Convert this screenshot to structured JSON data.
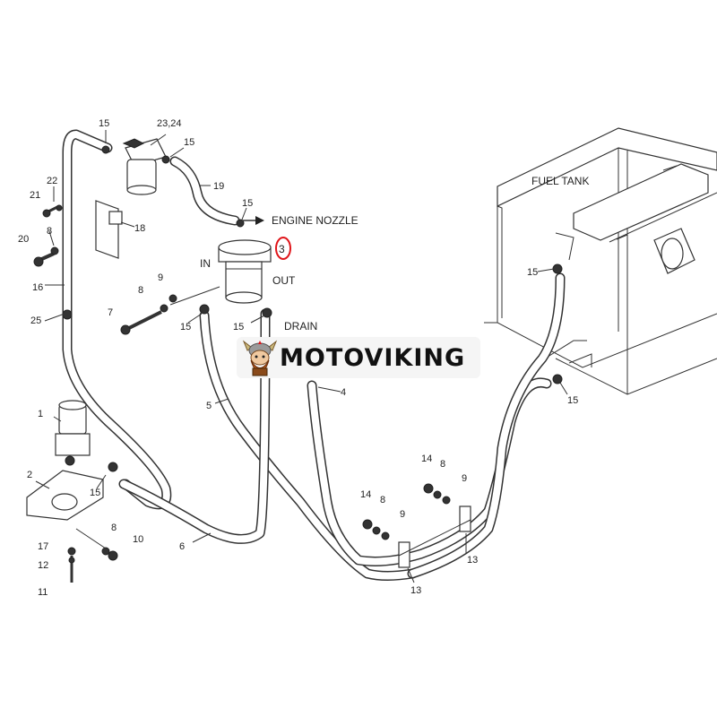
{
  "diagram": {
    "labels": {
      "fuel_tank": "FUEL TANK",
      "engine_nozzle": "ENGINE NOZZLE",
      "in": "IN",
      "out": "OUT",
      "drain": "DRAIN"
    },
    "highlighted_part": "3",
    "highlight_color": "#e0151a",
    "callouts": {
      "c1": "1",
      "c2": "2",
      "c4": "4",
      "c5": "5",
      "c6": "6",
      "c7": "7",
      "c8a": "8",
      "c8b": "8",
      "c8c": "8",
      "c8d": "8",
      "c8e": "8",
      "c9a": "9",
      "c9b": "9",
      "c9c": "9",
      "c10": "10",
      "c11": "11",
      "c12": "12",
      "c13a": "13",
      "c13b": "13",
      "c14a": "14",
      "c14b": "14",
      "c15a": "15",
      "c15b": "15",
      "c15c": "15",
      "c15d": "15",
      "c15e": "15",
      "c15f": "15",
      "c15g": "15",
      "c15h": "15",
      "c16": "16",
      "c17": "17",
      "c18": "18",
      "c19": "19",
      "c20": "20",
      "c21": "21",
      "c22": "22",
      "c2324": "23,24",
      "c25": "25"
    }
  },
  "watermark": {
    "text": "MOTOVIKING",
    "icon": "viking-mascot-icon"
  }
}
